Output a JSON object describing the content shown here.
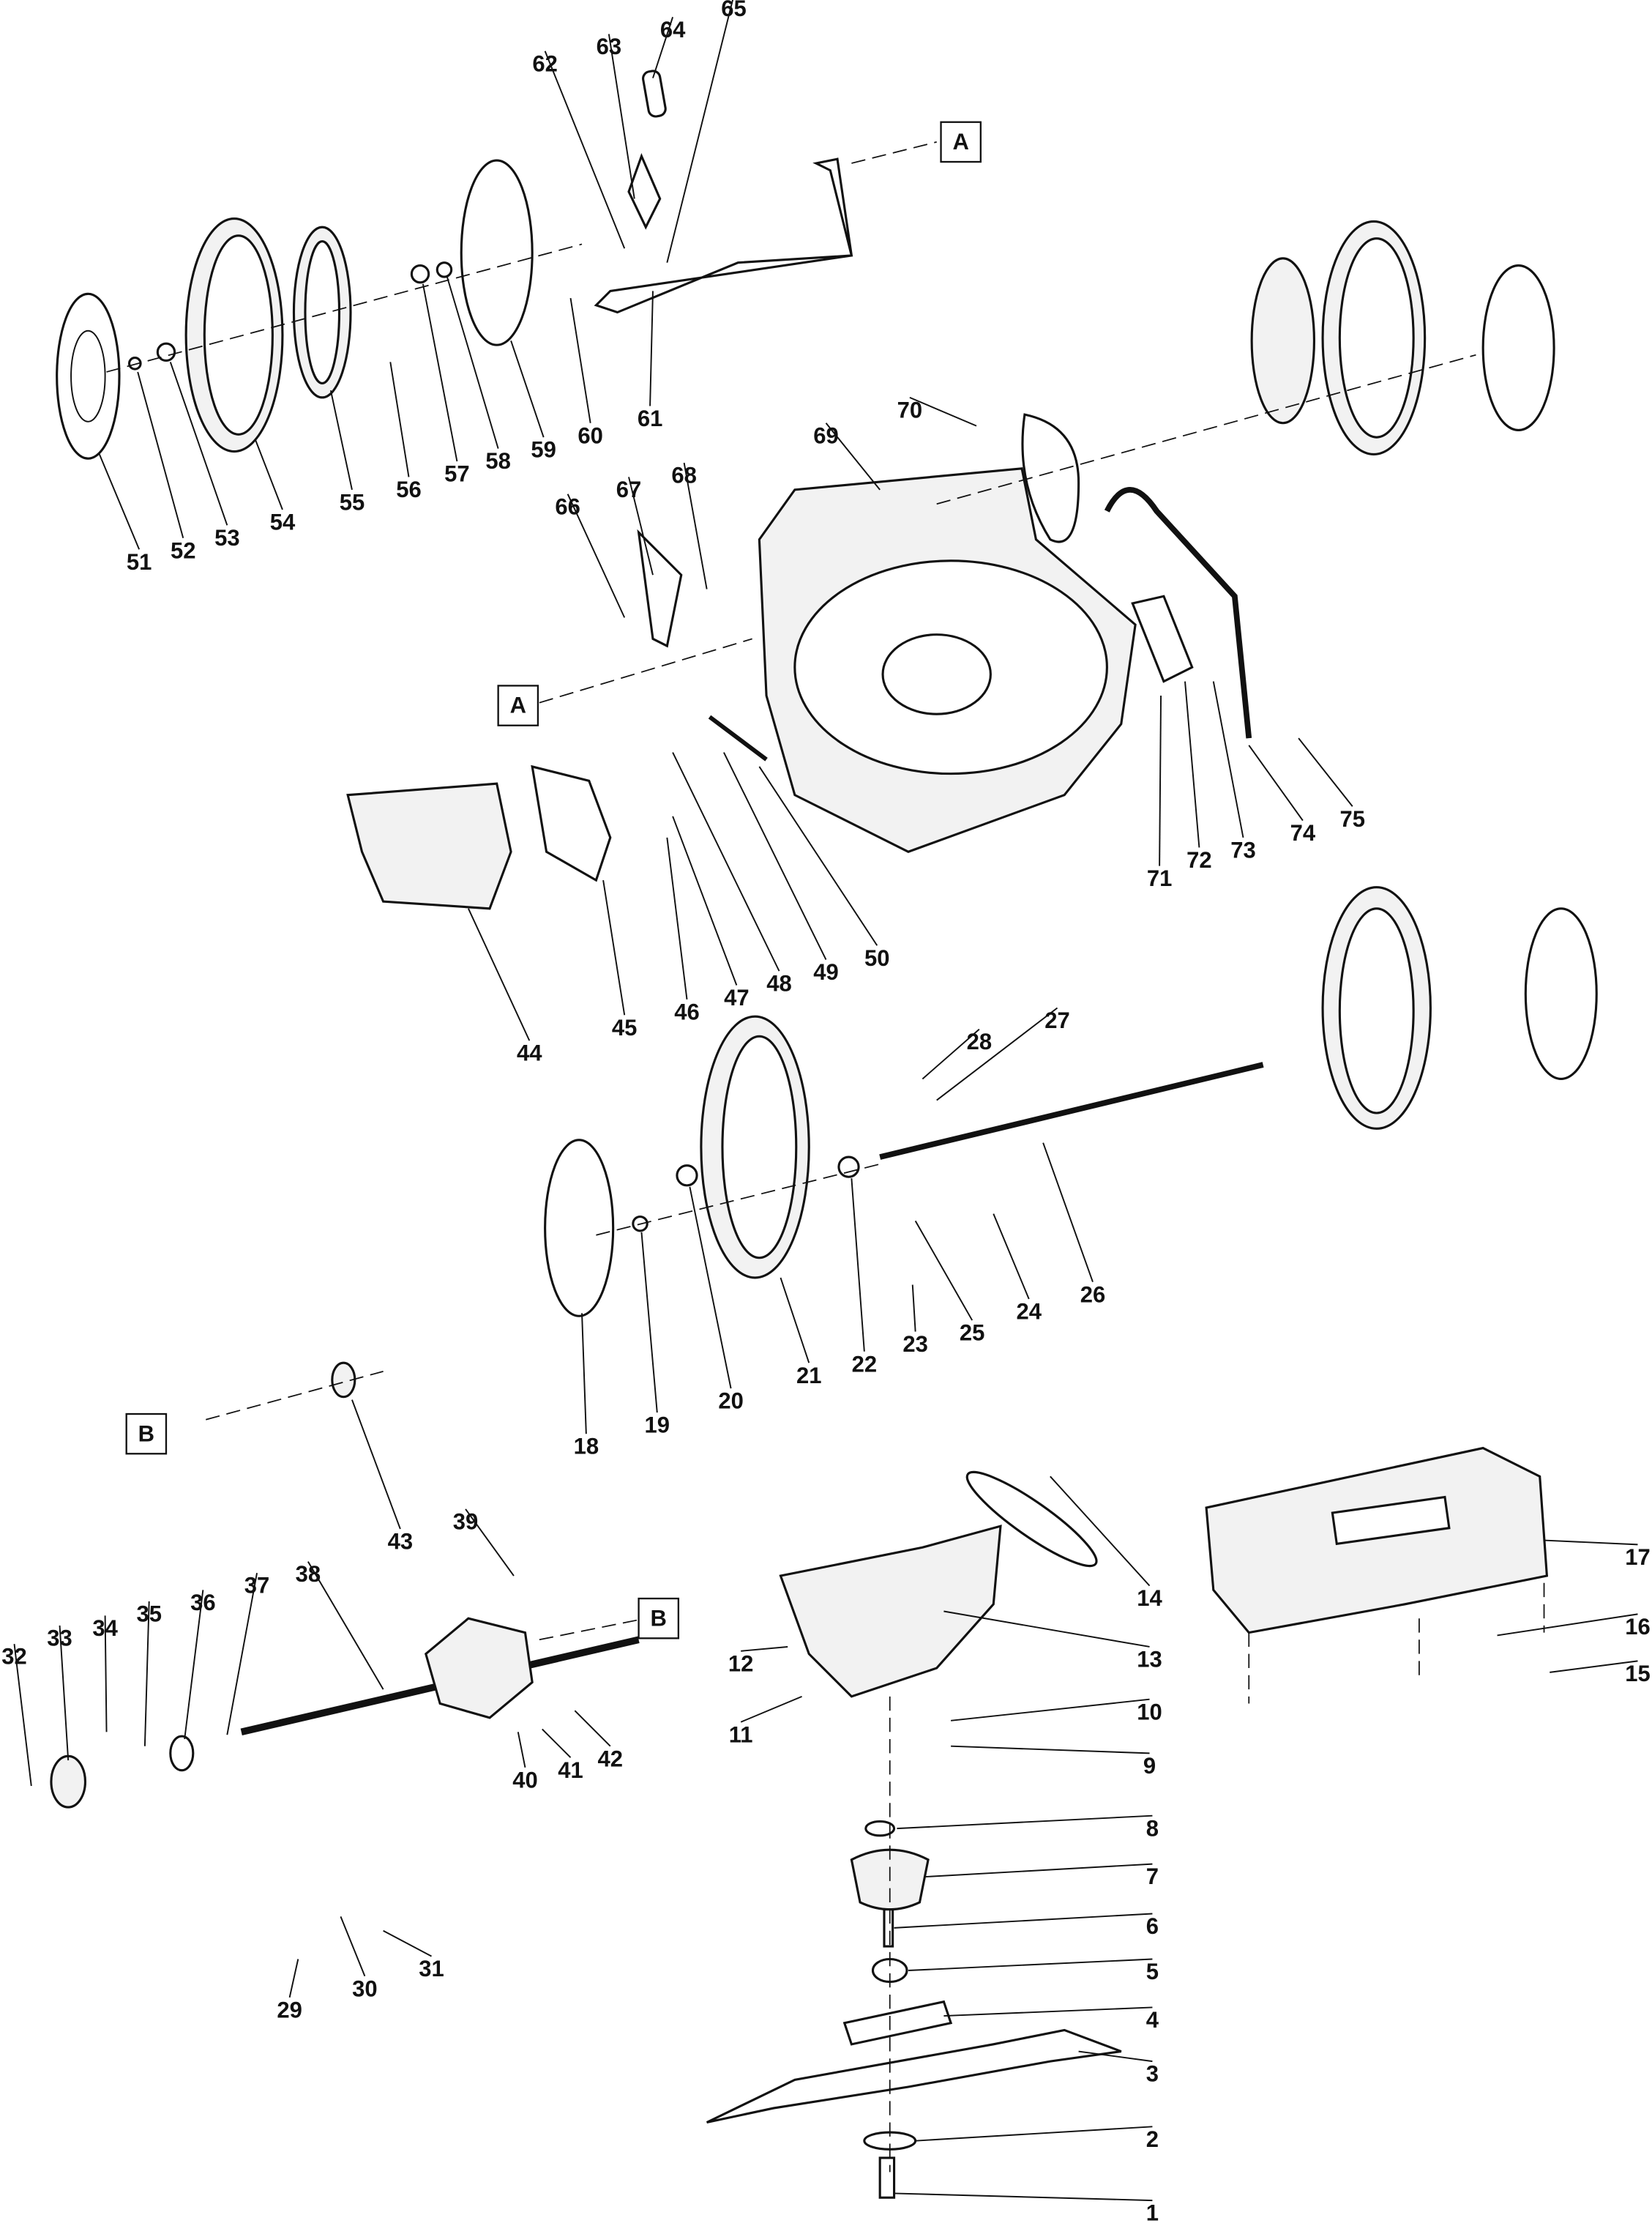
{
  "diagram": {
    "title": "Lawn mower exploded parts view",
    "callouts": {
      "1": "1",
      "2": "2",
      "3": "3",
      "4": "4",
      "5": "5",
      "6": "6",
      "7": "7",
      "8": "8",
      "9": "9",
      "10": "10",
      "11": "11",
      "12": "12",
      "13": "13",
      "14": "14",
      "15": "15",
      "16": "16",
      "17": "17",
      "18": "18",
      "19": "19",
      "20": "20",
      "21": "21",
      "22": "22",
      "23": "23",
      "24": "24",
      "25": "25",
      "26": "26",
      "27": "27",
      "28": "28",
      "29": "29",
      "30": "30",
      "31": "31",
      "32": "32",
      "33": "33",
      "34": "34",
      "35": "35",
      "36": "36",
      "37": "37",
      "38": "38",
      "39": "39",
      "40": "40",
      "41": "41",
      "42": "42",
      "43": "43",
      "44": "44",
      "45": "45",
      "46": "46",
      "47": "47",
      "48": "48",
      "49": "49",
      "50": "50",
      "51": "51",
      "52": "52",
      "53": "53",
      "54": "54",
      "55": "55",
      "56": "56",
      "57": "57",
      "58": "58",
      "59": "59",
      "60": "60",
      "61": "61",
      "62": "62",
      "63": "63",
      "64": "64",
      "65": "65",
      "66": "66",
      "67": "67",
      "68": "68",
      "69": "69",
      "70": "70",
      "71": "71",
      "72": "72",
      "73": "73",
      "74": "74",
      "75": "75"
    },
    "reference_markers": {
      "a_top": "A",
      "a_left": "A",
      "b_left": "B",
      "b_gear": "B"
    }
  }
}
